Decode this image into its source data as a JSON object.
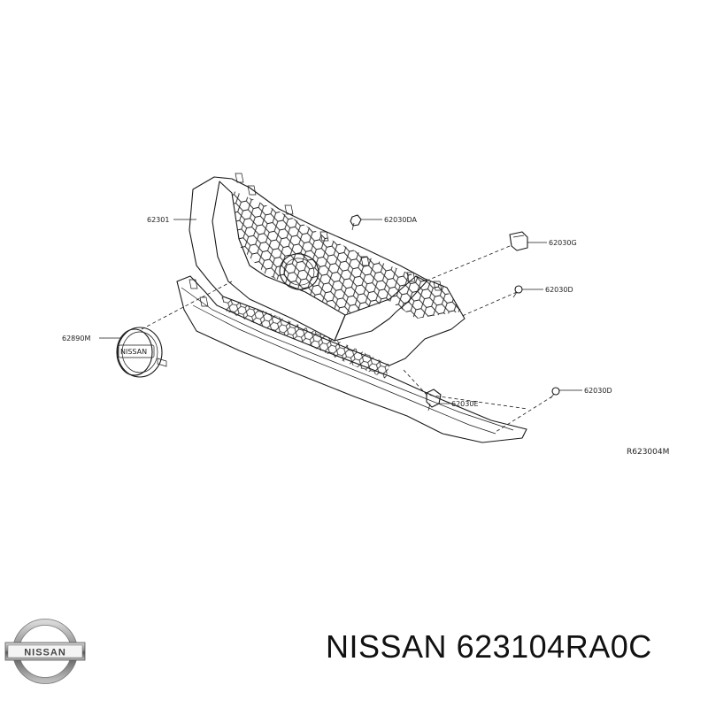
{
  "diagram": {
    "callouts": {
      "grille": "62301",
      "clip_da": "62030DA",
      "clip_g": "62030G",
      "clip_d_upper": "62030D",
      "emblem": "62890M",
      "clip_e": "62030E",
      "clip_d_lower": "62030D"
    },
    "reference_code": "R623004M",
    "emblem_text": "NISSAN"
  },
  "caption": {
    "brand": "NISSAN",
    "part_number": "623104RA0C"
  },
  "logo": {
    "text": "NISSAN"
  }
}
